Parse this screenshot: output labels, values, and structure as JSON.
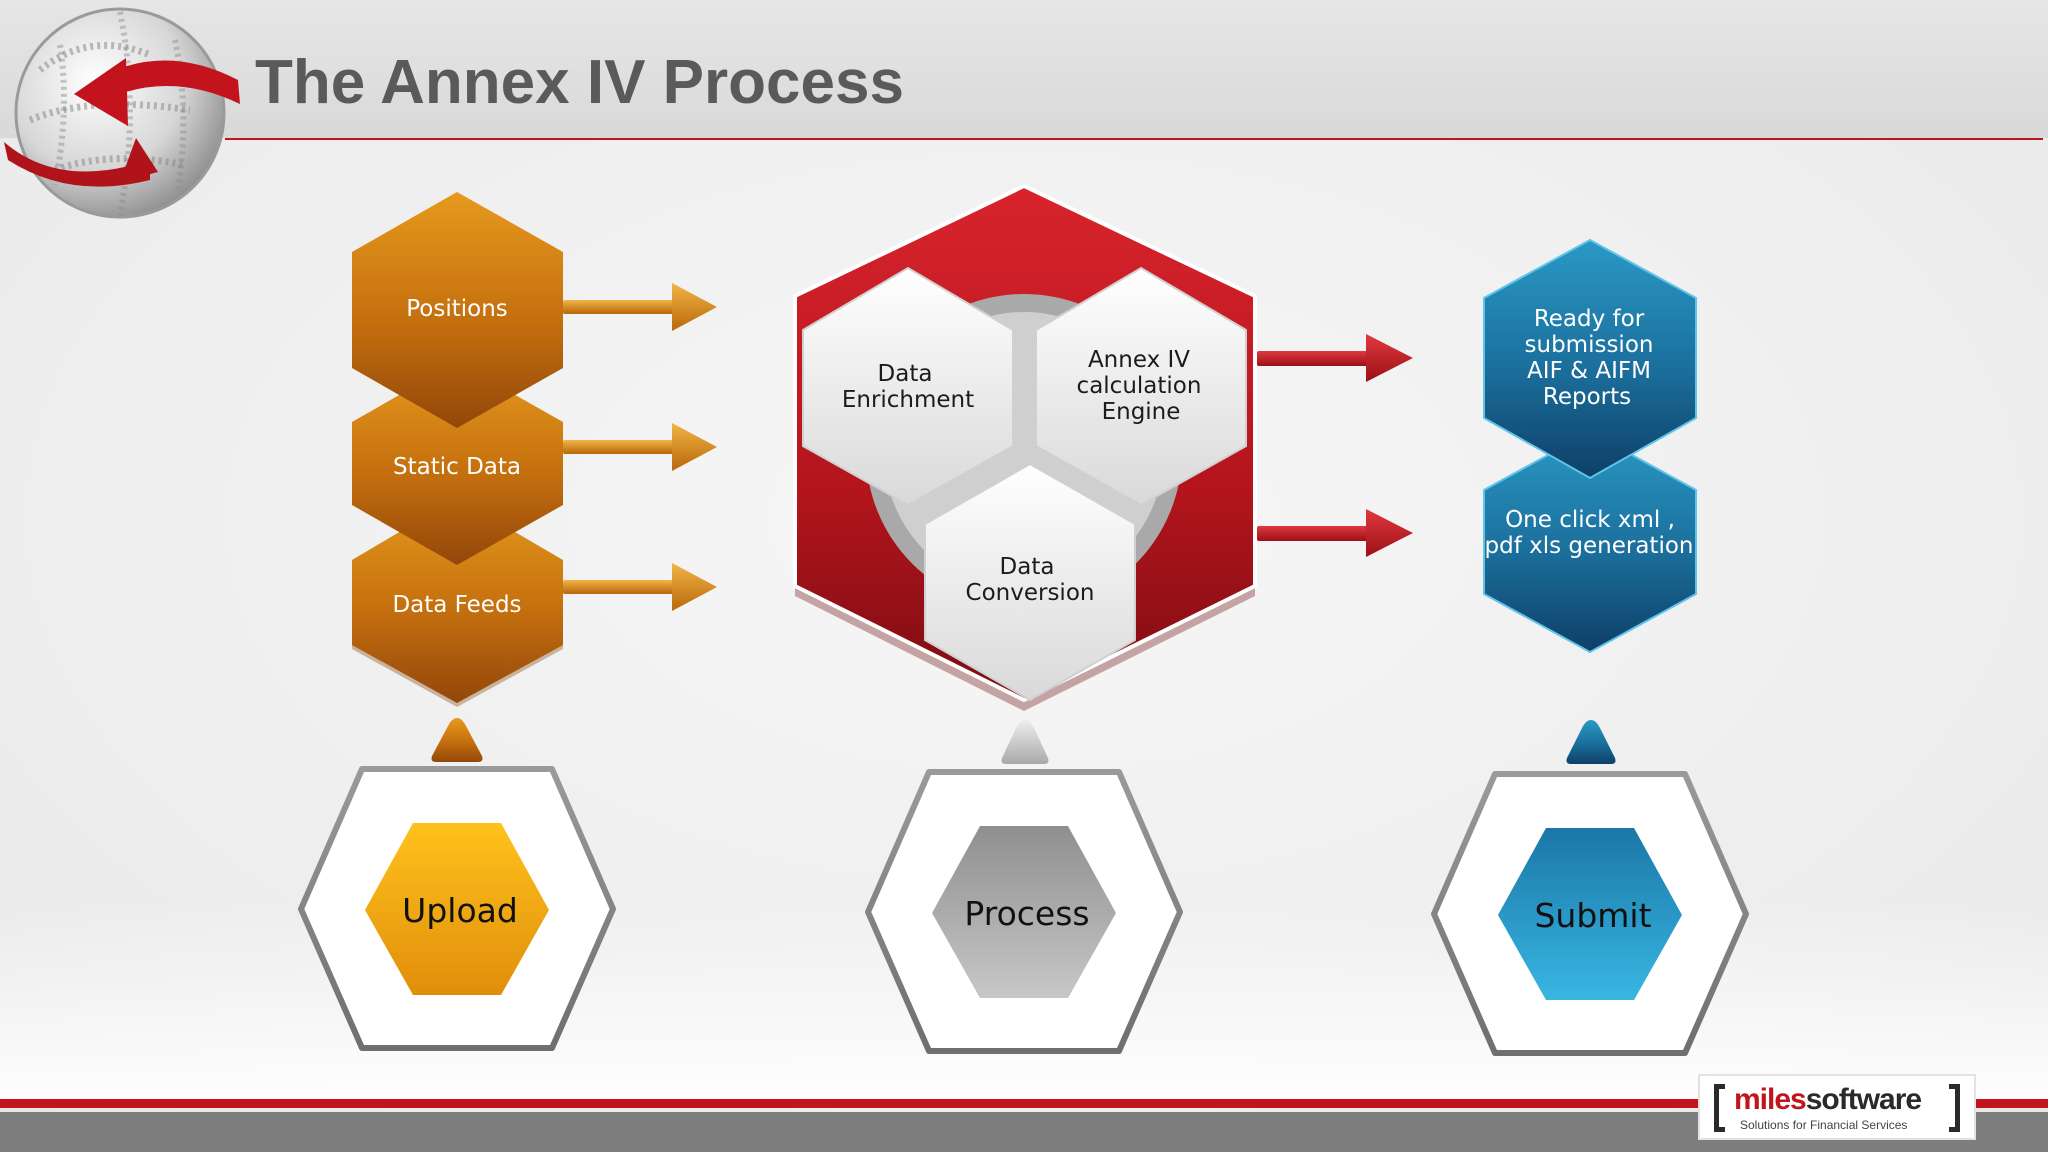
{
  "title": "The Annex IV Process",
  "colors": {
    "accent_red": "#c3141d",
    "orange": "#c9760c",
    "gray": "#9e9e9e",
    "blue": "#1b6e9c"
  },
  "input_stack": {
    "items": [
      "Positions",
      "Static Data",
      "Data Feeds"
    ]
  },
  "process_hub": {
    "enrichment": [
      "Data",
      "Enrichment"
    ],
    "engine": [
      "Annex IV",
      "calculation",
      "Engine"
    ],
    "conversion": [
      "Data",
      "Conversion"
    ]
  },
  "output_stack": {
    "ready": [
      "Ready for",
      "submission",
      "AIF & AIFM",
      "Reports"
    ],
    "generation": [
      "One click xml ,",
      "pdf xls generation"
    ]
  },
  "stages": {
    "upload": "Upload",
    "process": "Process",
    "submit": "Submit"
  },
  "logo": {
    "brand_part1": "miles",
    "brand_part2": "software",
    "tagline": "Solutions for Financial Services"
  },
  "icons": {
    "logo_globe": "globe-arrows-icon"
  }
}
